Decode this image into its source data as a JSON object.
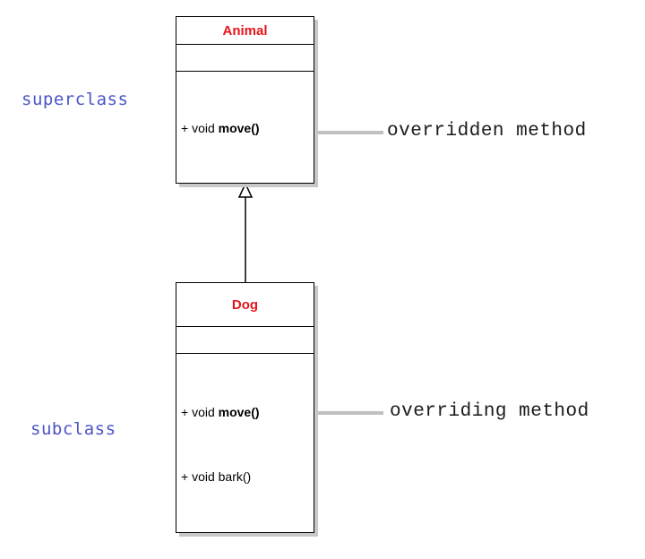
{
  "superclass": {
    "name": "Animal",
    "method_prefix": "+ void ",
    "method_name": "move()",
    "side_label": "superclass",
    "note": "overridden method"
  },
  "subclass": {
    "name": "Dog",
    "methods": [
      {
        "prefix": "+ void ",
        "name": "move()",
        "bold": true
      },
      {
        "prefix": "+ void bark()",
        "name": "",
        "bold": false
      }
    ],
    "side_label": "subclass",
    "note": "overriding method"
  },
  "colors": {
    "class_name": "#e8141c",
    "side_label": "#4a55c8",
    "arrow": "#c0c0c0"
  }
}
